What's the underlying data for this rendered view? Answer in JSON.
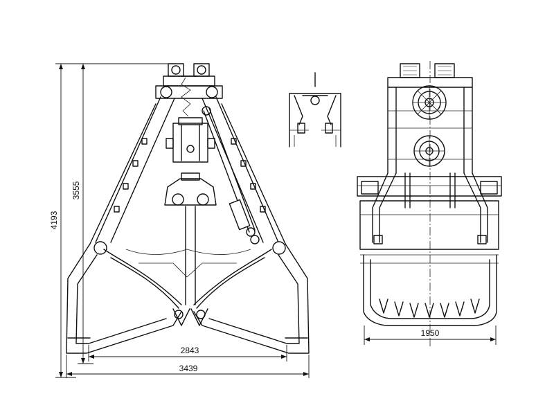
{
  "dimensions": {
    "total_height": "4193",
    "open_height": "3555",
    "inner_width": "2843",
    "total_width": "3439",
    "side_width": "1950"
  },
  "icons": [
    "front-view",
    "side-view",
    "detail-view"
  ],
  "colors": {
    "line": "#111111",
    "background": "#ffffff"
  }
}
